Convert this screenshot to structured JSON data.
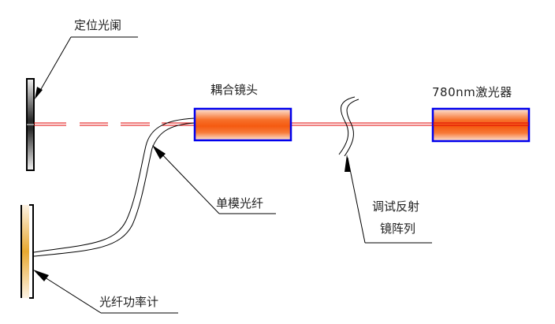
{
  "labels": {
    "aperture": "定位光阑",
    "coupling_lens": "耦合镜头",
    "laser": "780nm激光器",
    "single_mode_fiber": "单模光纤",
    "mirror_array_line1": "调试反射",
    "mirror_array_line2": "镜阵列",
    "power_meter": "光纤功率计"
  },
  "colors": {
    "beam": "#e00000",
    "box_border": "#0000ee",
    "box_fill_center": "#f55a10",
    "box_fill_edge": "#fde0d0",
    "meter_fill": "#e8a830",
    "aperture_dark": "#222222",
    "aperture_light": "#f0f0f0",
    "line": "#000000"
  }
}
